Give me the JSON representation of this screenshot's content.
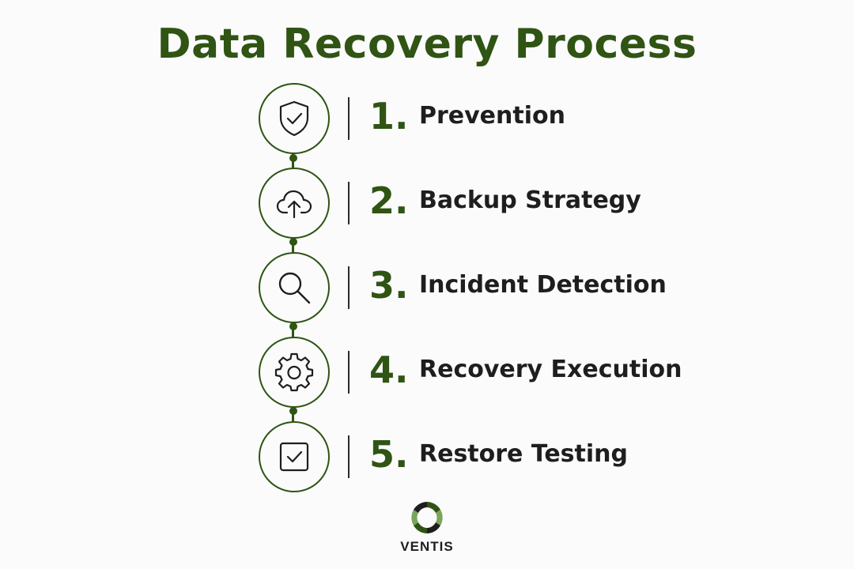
{
  "title": "Data Recovery Process",
  "colors": {
    "accent": "#2f5414",
    "text": "#1e1e1e",
    "background": "#fbfbfb"
  },
  "steps": [
    {
      "number": "1.",
      "label": "Prevention",
      "icon": "shield-check-icon"
    },
    {
      "number": "2.",
      "label": "Backup Strategy",
      "icon": "cloud-upload-icon"
    },
    {
      "number": "3.",
      "label": "Incident Detection",
      "icon": "magnifier-icon"
    },
    {
      "number": "4.",
      "label": "Recovery Execution",
      "icon": "gear-icon"
    },
    {
      "number": "5.",
      "label": "Restore Testing",
      "icon": "checkbox-icon"
    }
  ],
  "logo": {
    "text": "VENTIS",
    "icon": "ventis-logo-icon"
  }
}
